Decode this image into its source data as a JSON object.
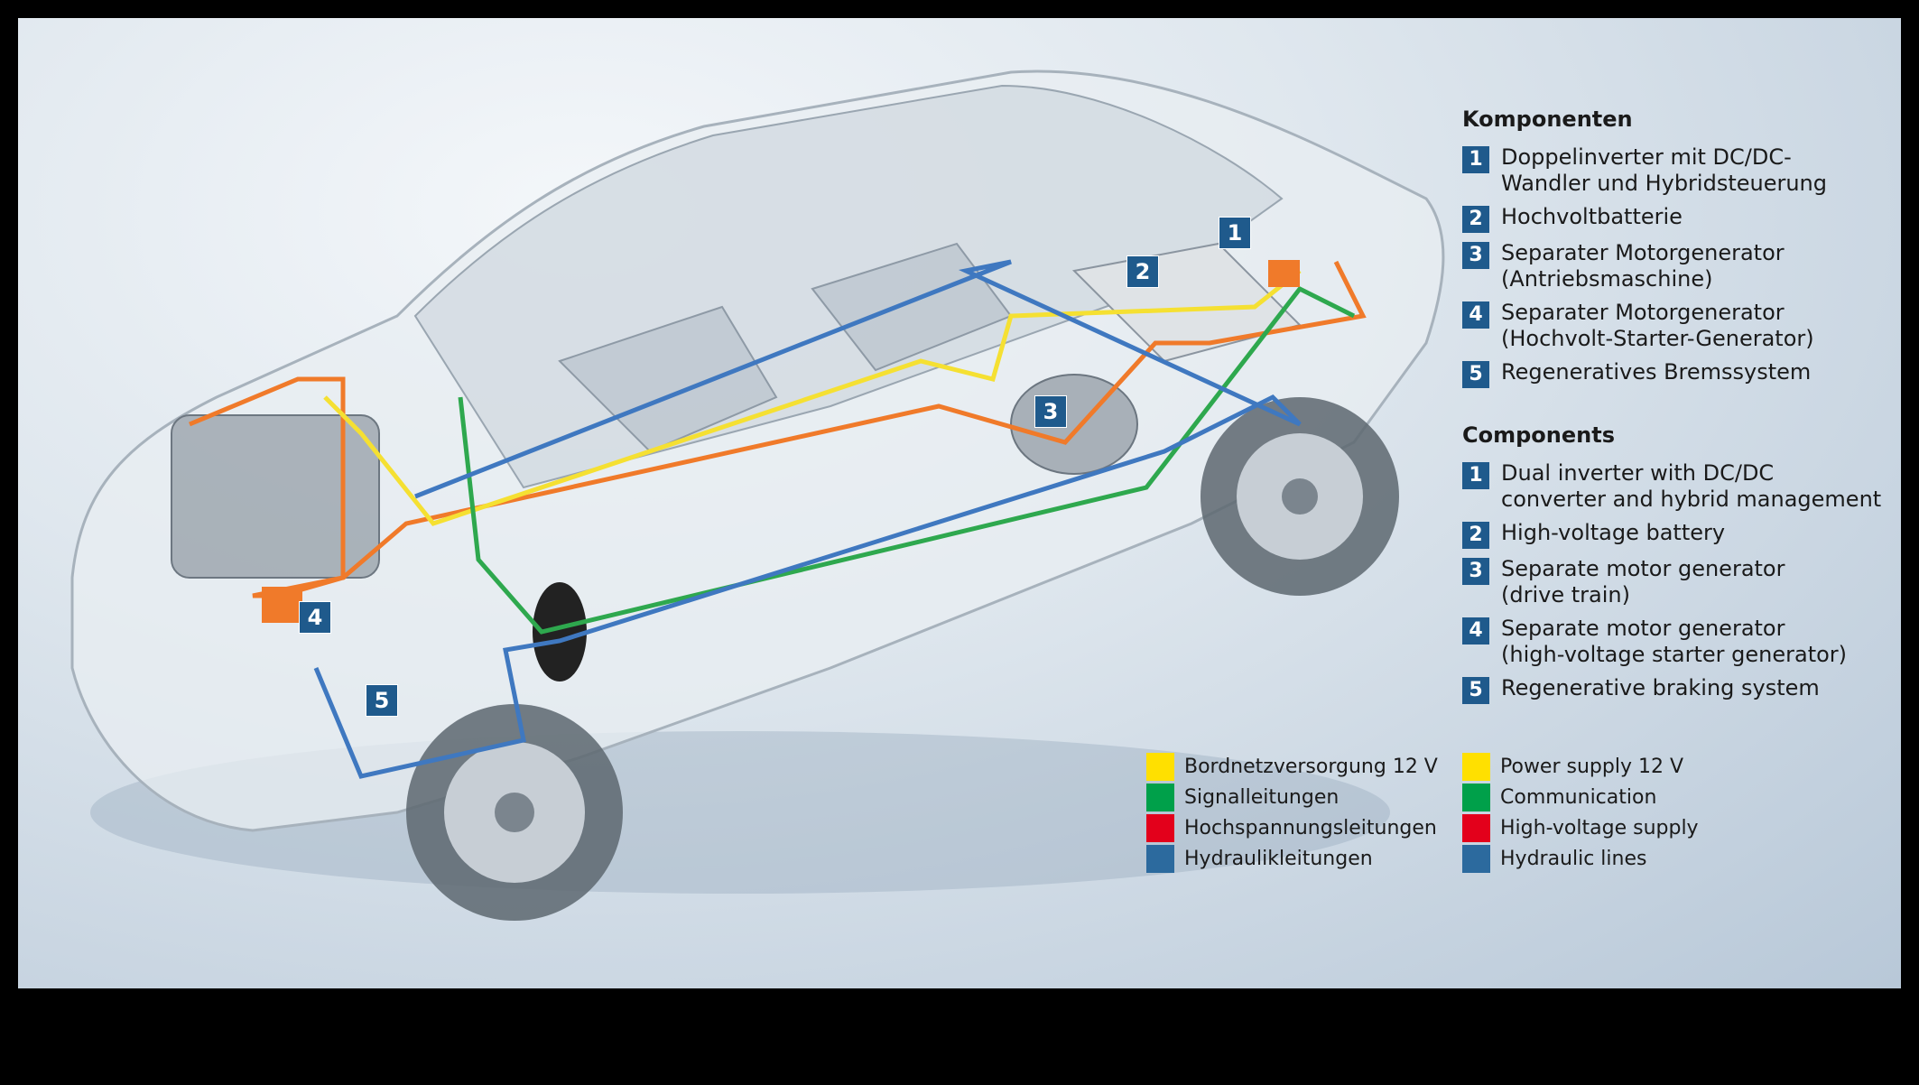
{
  "german": {
    "title": "Komponenten",
    "items": [
      {
        "num": "1",
        "text": "Doppelinverter mit DC/DC-\nWandler und Hybridsteuerung"
      },
      {
        "num": "2",
        "text": "Hochvoltbatterie"
      },
      {
        "num": "3",
        "text": "Separater Motorgenerator\n(Antriebsmaschine)"
      },
      {
        "num": "4",
        "text": "Separater Motorgenerator\n(Hochvolt-Starter-Generator)"
      },
      {
        "num": "5",
        "text": "Regeneratives Bremssystem"
      }
    ]
  },
  "english": {
    "title": "Components",
    "items": [
      {
        "num": "1",
        "text": "Dual inverter with DC/DC\nconverter and hybrid management"
      },
      {
        "num": "2",
        "text": "High-voltage battery"
      },
      {
        "num": "3",
        "text": "Separate motor generator\n(drive train)"
      },
      {
        "num": "4",
        "text": "Separate motor generator\n(high-voltage starter generator)"
      },
      {
        "num": "5",
        "text": "Regenerative braking system"
      }
    ]
  },
  "line_legend_de": [
    {
      "label": "Bordnetzversorgung 12 V",
      "color": "#ffe000"
    },
    {
      "label": "Signalleitungen",
      "color": "#00a04a"
    },
    {
      "label": "Hochspannungsleitungen",
      "color": "#e3001b"
    },
    {
      "label": "Hydraulikleitungen",
      "color": "#2c6a9e"
    }
  ],
  "line_legend_en": [
    {
      "label": "Power supply 12 V",
      "color": "#ffe000"
    },
    {
      "label": "Communication",
      "color": "#00a04a"
    },
    {
      "label": "High-voltage supply",
      "color": "#e3001b"
    },
    {
      "label": "Hydraulic lines",
      "color": "#2c6a9e"
    }
  ],
  "callouts": [
    "1",
    "2",
    "3",
    "4",
    "5"
  ],
  "colors": {
    "badge": "#1f5a8c",
    "line_12v": "#f5e032",
    "line_signal": "#2ea84e",
    "line_hv": "#f07a2a",
    "line_hydraulic": "#3f78c0"
  }
}
